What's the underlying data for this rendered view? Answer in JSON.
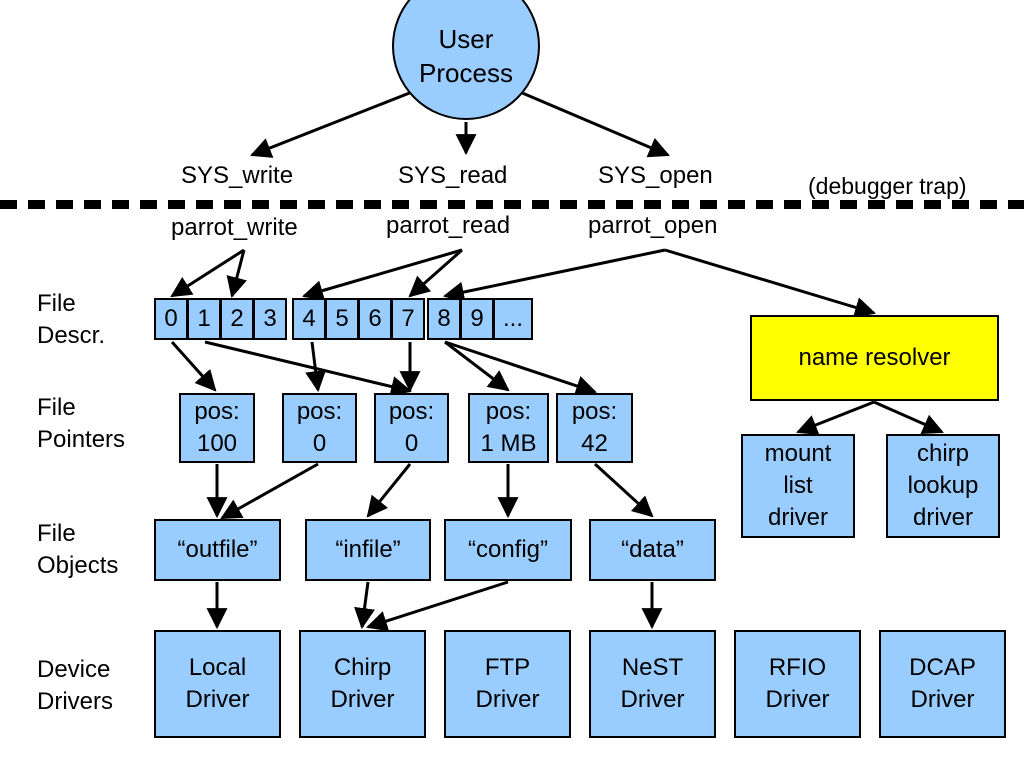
{
  "user_process": "User\nProcess",
  "syscalls": {
    "write": "SYS_write",
    "read": "SYS_read",
    "open": "SYS_open"
  },
  "trap_label": "(debugger trap)",
  "parrot_calls": {
    "write": "parrot_write",
    "read": "parrot_read",
    "open": "parrot_open"
  },
  "row_labels": {
    "file_descr": "File\nDescr.",
    "file_pointers": "File\nPointers",
    "file_objects": "File\nObjects",
    "device_drivers": "Device\nDrivers"
  },
  "fd_cells": [
    "0",
    "1",
    "2",
    "3",
    "4",
    "5",
    "6",
    "7",
    "8",
    "9",
    "..."
  ],
  "file_pointers": [
    "pos:\n100",
    "pos:\n0",
    "pos:\n0",
    "pos:\n1 MB",
    "pos:\n42"
  ],
  "file_objects": [
    "“outfile”",
    "“infile”",
    "“config”",
    "“data”"
  ],
  "drivers": [
    "Local\nDriver",
    "Chirp\nDriver",
    "FTP\nDriver",
    "NeST\nDriver",
    "RFIO\nDriver",
    "DCAP\nDriver"
  ],
  "name_resolver": "name resolver",
  "resolver_drivers": [
    "mount\nlist\ndriver",
    "chirp\nlookup\ndriver"
  ],
  "colors": {
    "box_fill": "#99ccff",
    "resolver_fill": "#ffff00",
    "stroke": "#000000"
  }
}
